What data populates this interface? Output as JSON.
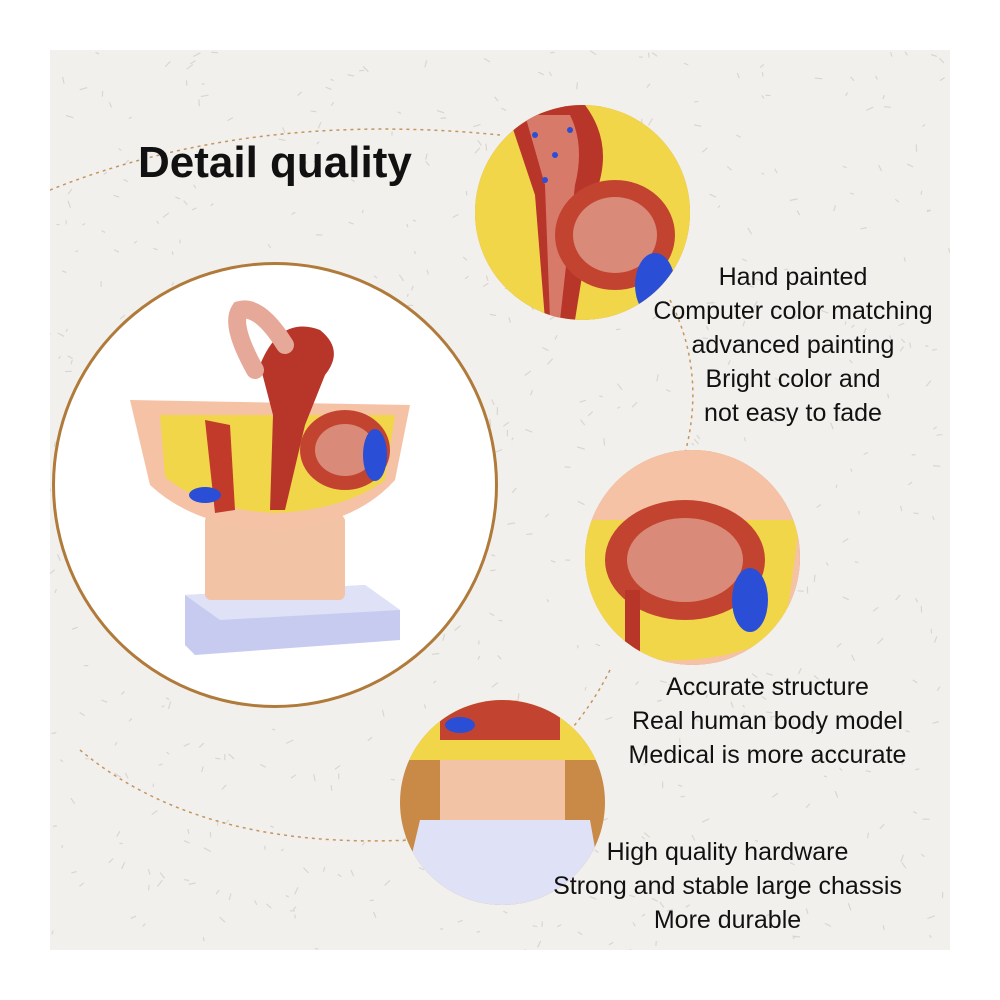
{
  "heading": "Detail quality",
  "features": [
    {
      "lines": [
        "Hand painted",
        "Computer color matching",
        "advanced painting",
        "Bright color and",
        "not easy to fade"
      ]
    },
    {
      "lines": [
        "Accurate structure",
        "Real human body model",
        "Medical is more accurate"
      ]
    },
    {
      "lines": [
        "High quality hardware",
        "Strong and stable large chassis",
        "More durable"
      ]
    }
  ],
  "colors": {
    "background": "#f2f0ed",
    "accent": "#c98a48",
    "ring": "#b07a3a",
    "text": "#111111"
  }
}
